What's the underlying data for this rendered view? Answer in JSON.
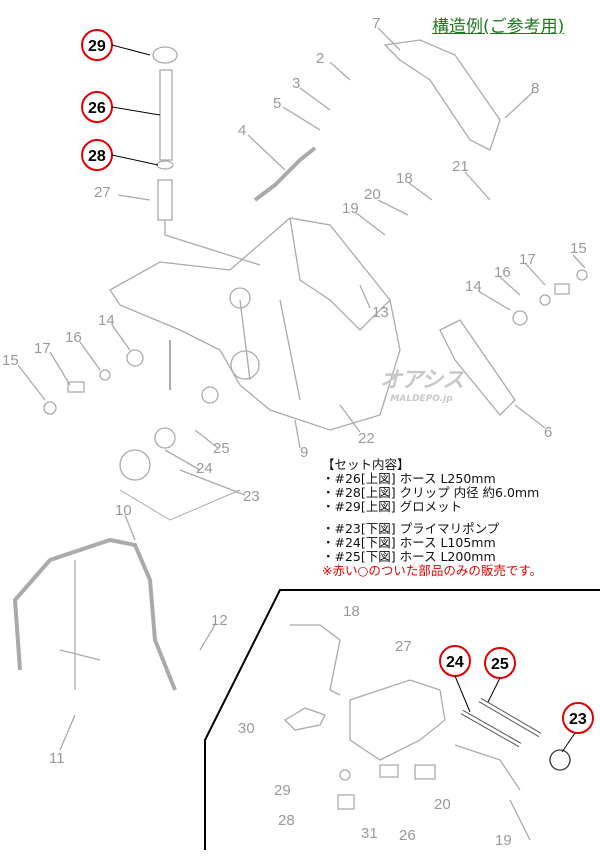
{
  "title": "構造例(ご参考用)",
  "set_contents": {
    "heading": "【セット内容】",
    "items_upper": [
      "・#26[上図] ホース L250mm",
      "・#28[上図] クリップ 内径 約6.0mm",
      "・#29[上図] グロメット"
    ],
    "items_lower": [
      "・#23[下図] プライマリポンプ",
      "・#24[下図] ホース L105mm",
      "・#25[下図] ホース L200mm"
    ],
    "note": "※赤い○のついた部品のみの販売です。"
  },
  "watermark": {
    "main": "オアシス",
    "sub": "MALDEPO.jp"
  },
  "colors": {
    "highlight": "#e00000",
    "title": "#1f7a1f",
    "line": "#aaaaaa"
  },
  "upper_labels": [
    "7",
    "2",
    "8",
    "3",
    "5",
    "4",
    "21",
    "18",
    "27",
    "20",
    "19",
    "15",
    "17",
    "16",
    "14",
    "13",
    "14",
    "16",
    "17",
    "15",
    "6",
    "22",
    "9",
    "25",
    "24",
    "23",
    "10",
    "12",
    "11"
  ],
  "lower_labels": [
    "18",
    "27",
    "30",
    "29",
    "28",
    "31",
    "26",
    "20",
    "19"
  ],
  "highlighted": [
    "29",
    "26",
    "28",
    "24",
    "25",
    "23"
  ]
}
